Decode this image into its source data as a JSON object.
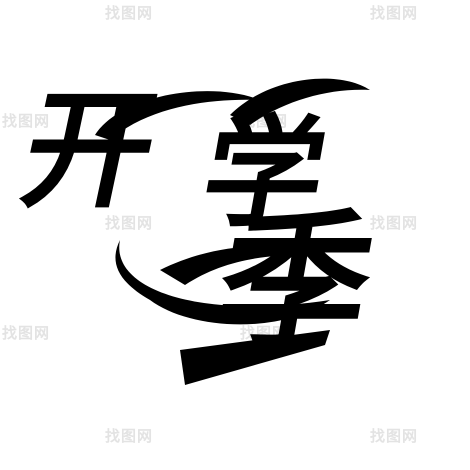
{
  "artwork": {
    "characters": [
      "开",
      "学",
      "季"
    ],
    "ink_color": "#000000",
    "background_color": "#ffffff"
  },
  "watermark": {
    "text": "找图网",
    "color": "#e3e3e3"
  }
}
